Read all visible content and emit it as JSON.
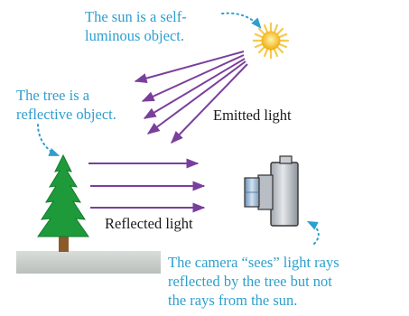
{
  "labels": {
    "sun_note": "The sun is a self-\nluminous object.",
    "tree_note": "The tree is a\nreflective object.",
    "emitted": "Emitted light",
    "reflected": "Reflected light",
    "camera_note": "The camera “sees” light rays\nreflected by the tree but not\nthe rays from the sun."
  },
  "colors": {
    "annotation_text": "#2e9fcf",
    "ray": "#7a3f9c",
    "tree": "#1f9a3b",
    "trunk": "#8a5a2b",
    "ground": "#c9cec9",
    "sun_core": "#f2b705",
    "sun_rays": "#f6c94a"
  },
  "icons": {
    "sun": "sun-icon",
    "tree": "pine-tree-icon",
    "camera": "camera-icon"
  }
}
